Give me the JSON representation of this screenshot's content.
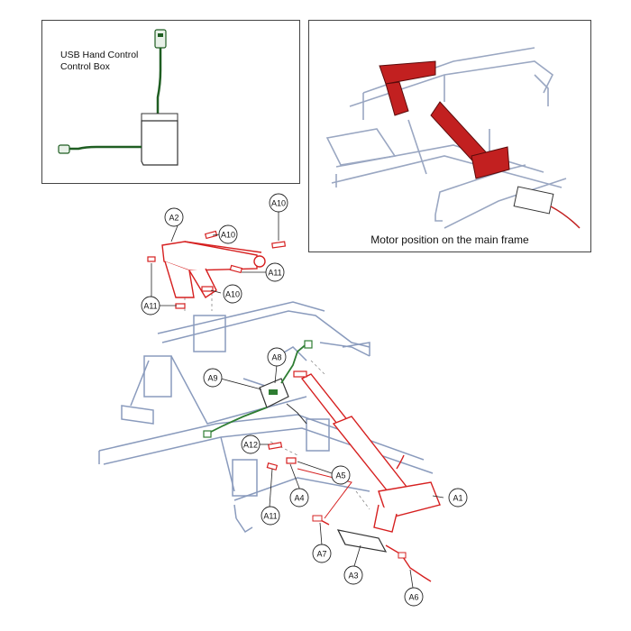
{
  "insets": {
    "left": {
      "line1": "USB Hand Control",
      "line2": "Control Box"
    },
    "right": {
      "caption": "Motor position on the main frame"
    }
  },
  "callouts": {
    "a1": "A1",
    "a2": "A2",
    "a3": "A3",
    "a4": "A4",
    "a5": "A5",
    "a6": "A6",
    "a7": "A7",
    "a8": "A8",
    "a9": "A9",
    "a10_top": "A10",
    "a10_mid": "A10",
    "a10_low": "A10",
    "a11_right": "A11",
    "a11_left": "A11",
    "a11_bottom": "A11",
    "a12": "A12"
  },
  "colors": {
    "frame": "#8a9bbd",
    "motor": "#d62020",
    "cable": "#2e7d32",
    "outline": "#333333"
  }
}
